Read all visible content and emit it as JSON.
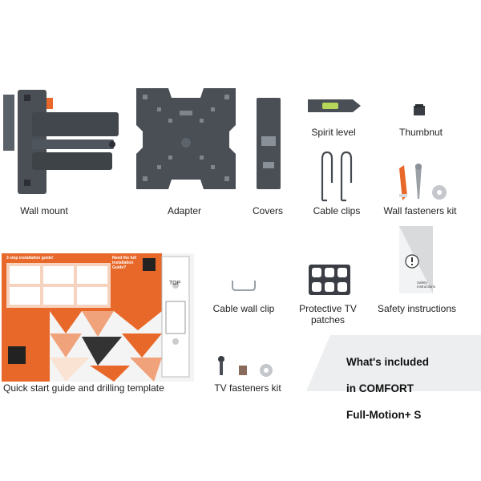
{
  "labels": {
    "wall_mount": "Wall mount",
    "adapter": "Adapter",
    "covers": "Covers",
    "spirit_level": "Spirit level",
    "thumbnut": "Thumbnut",
    "cable_clips": "Cable clips",
    "wall_fasteners_kit": "Wall fasteners kit",
    "cable_wall_clip": "Cable wall clip",
    "protective_tv_patches": "Protective TV patches",
    "safety_instructions": "Safety instructions",
    "quick_start_guide": "Quick start guide and drilling template",
    "tv_fasteners_kit": "TV fasteners kit"
  },
  "panel": {
    "title_line1": "What's included",
    "title_line2": "in COMFORT",
    "title_line3": "Full-Motion+ S"
  },
  "guide": {
    "heading": "3 step installation guide!",
    "side_heading": "Need the full installation Guide?",
    "template_label": "TOP",
    "sheet_title": "Safety Instructions"
  },
  "colors": {
    "metal": "#4a4f56",
    "metal_dark": "#3a3e44",
    "accent_orange": "#e8682a",
    "panel_bg": "#eceef0"
  }
}
